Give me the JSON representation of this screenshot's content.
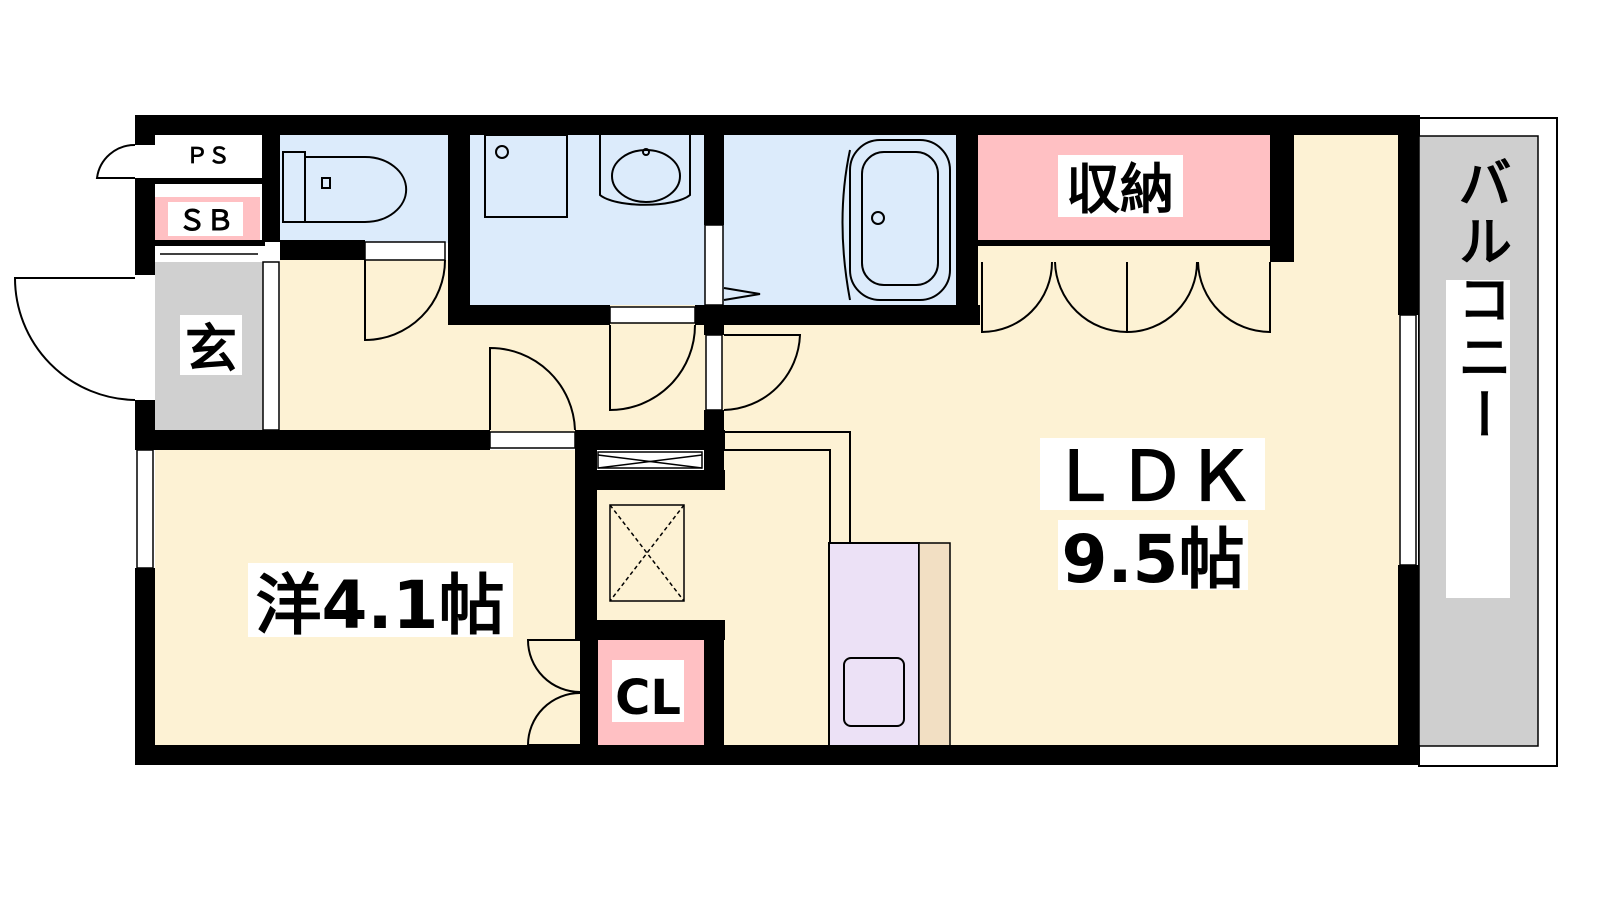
{
  "rooms": {
    "ps": "ＰＳ",
    "sb": "ＳＢ",
    "entrance": "玄",
    "storage": "収納",
    "ldk": "ＬＤＫ",
    "ldk_size": "9.5帖",
    "western": "洋4.1帖",
    "closet": "CL",
    "balcony": "バルコニー"
  },
  "colors": {
    "floor": "#fdf2d4",
    "wet_area": "#dcebfb",
    "storage_fill": "#ffc0c3",
    "entrance_fill": "#d0d0d0",
    "balcony_fill": "#cfcfcf",
    "kitchen_fill": "#ece1f6",
    "counter_fill": "#f2dfc3",
    "wall": "#000000"
  }
}
